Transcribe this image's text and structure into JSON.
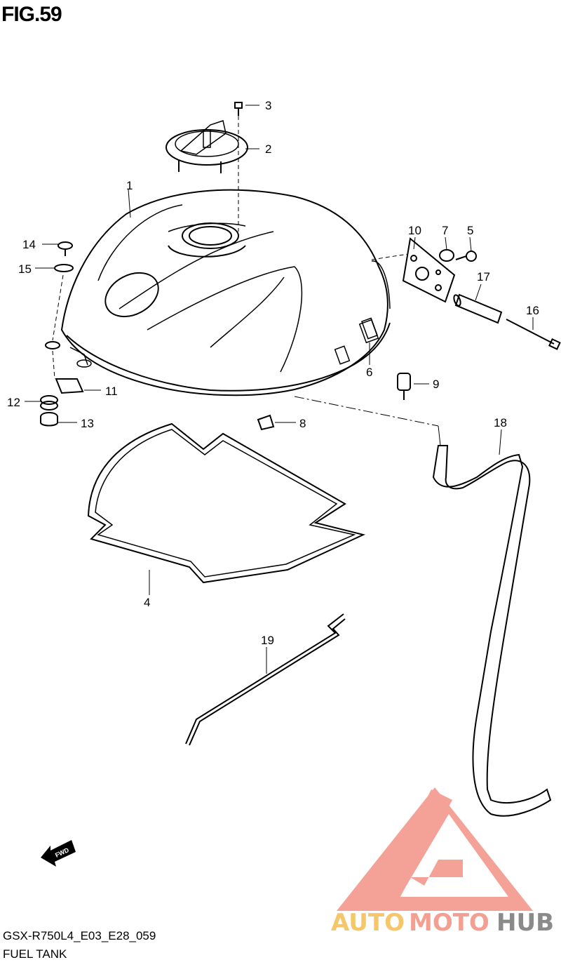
{
  "figure": {
    "title": "FIG.59",
    "code": "GSX-R750L4_E03_E28_059",
    "name": "FUEL TANK"
  },
  "callouts": [
    "1",
    "2",
    "3",
    "4",
    "5",
    "6",
    "7",
    "8",
    "9",
    "10",
    "11",
    "12",
    "13",
    "14",
    "15",
    "16",
    "17",
    "18",
    "19"
  ],
  "direction_marker": "FWD",
  "watermark": {
    "part1": "AUTO",
    "part2": "MOTO",
    "part3": "HUB",
    "colors": {
      "auto": "#f5c76a",
      "moto": "#f3a093",
      "hub": "#8a8a8a",
      "logo": "#f28a7e"
    }
  }
}
